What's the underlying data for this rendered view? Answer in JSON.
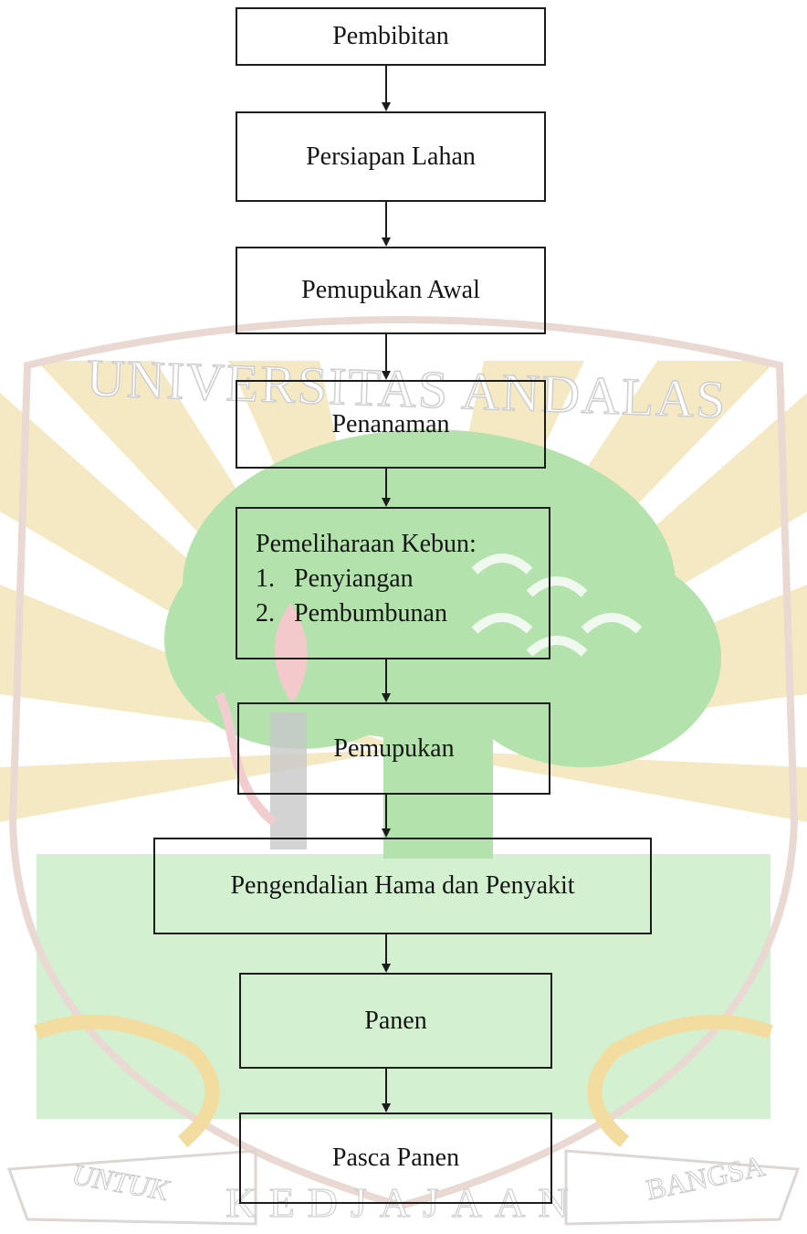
{
  "watermark": {
    "university_name": "UNIVERSITAS ANDALAS",
    "motto_left": "UNTUK",
    "motto_center": "KEDJAJAAN",
    "motto_right": "BANGSA"
  },
  "steps": {
    "pembibitan": "Pembibitan",
    "persiapan_lahan": "Persiapan Lahan",
    "pemupukan_awal": "Pemupukan Awal",
    "penanaman": "Penanaman",
    "pemeliharaan": {
      "title": "Pemeliharaan Kebun:",
      "items": [
        {
          "num": "1.",
          "text": "Penyiangan"
        },
        {
          "num": "2.",
          "text": "Pembumbunan"
        }
      ]
    },
    "pemupukan": "Pemupukan",
    "pengendalian": "Pengendalian Hama dan Penyakit",
    "panen": "Panen",
    "pasca_panen": "Pasca Panen"
  },
  "colors": {
    "line": "#1c1c1c",
    "green_band": "#cdeecb",
    "rays": "#f4e6b6",
    "tree": "#a8dca0",
    "shield_outline": "#e8d3ce"
  }
}
